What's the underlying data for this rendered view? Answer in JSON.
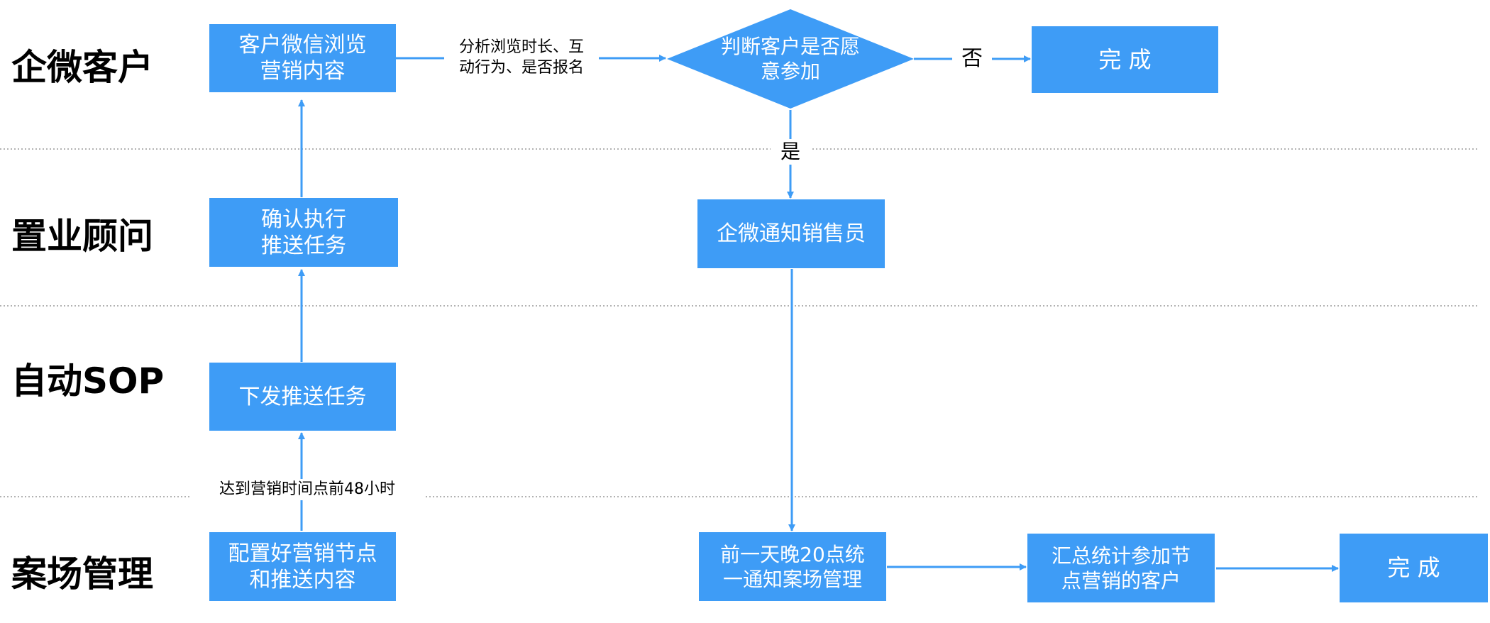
{
  "lanes": [
    {
      "label": "企微客户"
    },
    {
      "label": "置业顾问"
    },
    {
      "label": "自动SOP"
    },
    {
      "label": "案场管理"
    }
  ],
  "nodes": {
    "browse": {
      "lines": [
        "客户微信浏览",
        "营销内容"
      ]
    },
    "decision": {
      "lines": [
        "判断客户是否愿",
        "意参加"
      ]
    },
    "done_top": {
      "text": "完 成"
    },
    "confirm": {
      "lines": [
        "确认执行",
        "推送任务"
      ]
    },
    "notify_sales": {
      "text": "企微通知销售员"
    },
    "dispatch": {
      "text": "下发推送任务"
    },
    "config": {
      "lines": [
        "配置好营销节点",
        "和推送内容"
      ]
    },
    "notify_mgmt": {
      "lines": [
        "前一天晚20点统",
        "一通知案场管理"
      ]
    },
    "summary": {
      "lines": [
        "汇总统计参加节",
        "点营销的客户"
      ]
    },
    "done_bottom": {
      "text": "完 成"
    }
  },
  "edge_labels": {
    "analyze": [
      "分析浏览时长、互",
      "动行为、是否报名"
    ],
    "no": "否",
    "yes": "是",
    "trigger": "达到营销时间点前48小时"
  },
  "colors": {
    "node": "#3e9cf6",
    "edge": "#3e9cf6",
    "divider": "#999999"
  }
}
